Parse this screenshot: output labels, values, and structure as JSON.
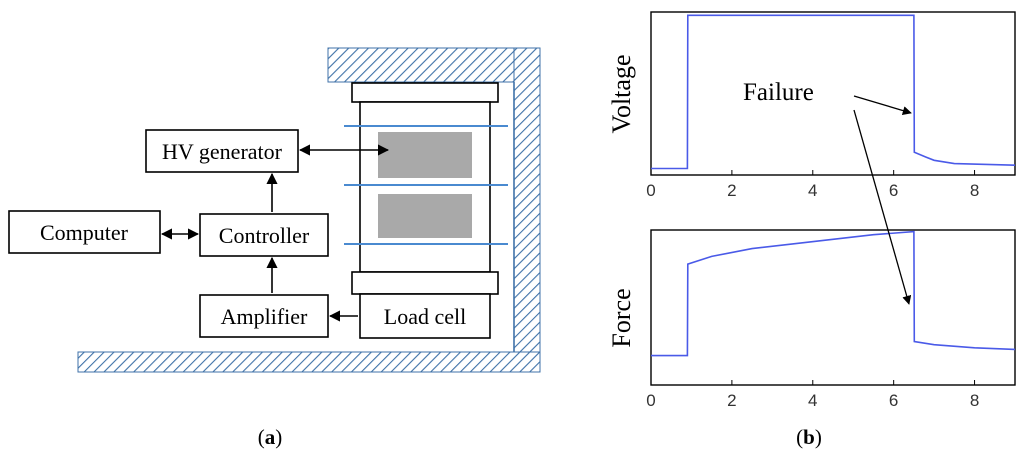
{
  "diagram": {
    "blocks": {
      "hv_generator": "HV generator",
      "computer": "Computer",
      "controller": "Controller",
      "amplifier": "Amplifier",
      "load_cell": "Load cell"
    },
    "caption": {
      "open": "(",
      "letter": "a",
      "close": ")"
    }
  },
  "plots": {
    "annotation": "Failure",
    "caption": {
      "open": "(",
      "letter": "b",
      "close": ")"
    },
    "line_color": "#4a5ae8"
  },
  "chart_data": [
    {
      "type": "line",
      "ylabel": "Voltage",
      "xlim": [
        0,
        9
      ],
      "ylim": [
        0,
        1
      ],
      "xticks": [
        0,
        2,
        4,
        6,
        8
      ],
      "xtick_labels": [
        "0",
        "2",
        "4",
        "6",
        "8"
      ],
      "series": [
        {
          "x": [
            0,
            0.9,
            0.91,
            6.5,
            6.51,
            6.8,
            7.0,
            7.5,
            9.0
          ],
          "y": [
            0.04,
            0.04,
            0.98,
            0.98,
            0.14,
            0.11,
            0.09,
            0.07,
            0.06
          ]
        }
      ]
    },
    {
      "type": "line",
      "ylabel": "Force",
      "xlim": [
        0,
        9
      ],
      "ylim": [
        0,
        1
      ],
      "xticks": [
        0,
        2,
        4,
        6,
        8
      ],
      "xtick_labels": [
        "0",
        "2",
        "4",
        "6",
        "8"
      ],
      "series": [
        {
          "x": [
            0,
            0.9,
            0.91,
            1.5,
            2.5,
            3.5,
            4.5,
            5.5,
            6.5,
            6.51,
            7.0,
            8.0,
            9.0
          ],
          "y": [
            0.19,
            0.19,
            0.78,
            0.83,
            0.88,
            0.91,
            0.94,
            0.97,
            0.99,
            0.28,
            0.26,
            0.24,
            0.23
          ]
        }
      ]
    }
  ]
}
